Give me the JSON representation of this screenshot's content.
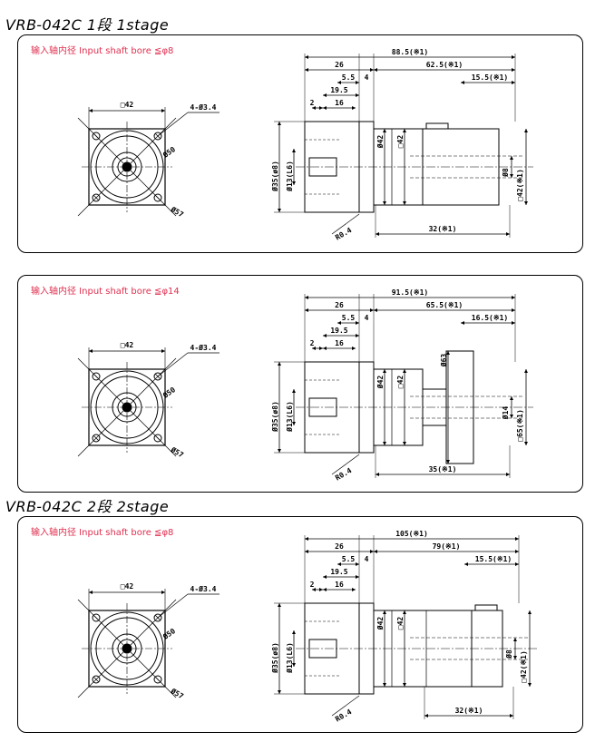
{
  "headings": {
    "h1": "VRB-042C 1段 1stage",
    "h2": "VRB-042C 2段 2stage"
  },
  "colors": {
    "note": "#e03050",
    "line": "#000000",
    "hidden": "#000000"
  },
  "panels": [
    {
      "note": "输入轴内径 Input shaft bore ≦φ8",
      "front": {
        "square": "□42",
        "holes": "4-Ø3.4",
        "pcd": "Ø50",
        "diag": "Ø57"
      },
      "side": {
        "overall": "88.5(※1)",
        "body": "62.5(※1)",
        "flange": "26",
        "gap55": "5.5",
        "gap4": "4",
        "d195": "19.5",
        "d16": "16",
        "d2": "2",
        "shaftOut": "15.5(※1)",
        "sq42a": "Ø42",
        "sq42b": "□42",
        "pilot": "Ø35(ø8)",
        "bore": "Ø13(L6)",
        "radius": "R0.4",
        "outDia": "Ø8",
        "outSq": "□42(※1)",
        "bottom": "32(※1)"
      }
    },
    {
      "note": "输入轴内径 Input shaft bore ≦φ14",
      "front": {
        "square": "□42",
        "holes": "4-Ø3.4",
        "pcd": "Ø50",
        "diag": "Ø57"
      },
      "side": {
        "overall": "91.5(※1)",
        "body": "65.5(※1)",
        "flange": "26",
        "gap55": "5.5",
        "gap4": "4",
        "d195": "19.5",
        "d16": "16",
        "d2": "2",
        "shaftOut": "16.5(※1)",
        "sq42a": "Ø42",
        "sq42b": "□42",
        "pilot": "Ø35(ø8)",
        "bore": "Ø13(L6)",
        "radius": "R0.4",
        "outDia": "Ø14",
        "outSq": "□65(※1)",
        "bottom": "35(※1)",
        "extra": "Ø63"
      }
    },
    {
      "note": "输入轴内径 Input shaft bore ≦φ8",
      "front": {
        "square": "□42",
        "holes": "4-Ø3.4",
        "pcd": "Ø50",
        "diag": "Ø57"
      },
      "side": {
        "overall": "105(※1)",
        "body": "79(※1)",
        "flange": "26",
        "gap55": "5.5",
        "gap4": "4",
        "d195": "19.5",
        "d16": "16",
        "d2": "2",
        "shaftOut": "15.5(※1)",
        "sq42a": "Ø42",
        "sq42b": "□42",
        "pilot": "Ø35(ø8)",
        "bore": "Ø13(L6)",
        "radius": "R0.4",
        "outDia": "Ø8",
        "outSq": "□42(※1)",
        "bottom": "32(※1)"
      }
    }
  ]
}
